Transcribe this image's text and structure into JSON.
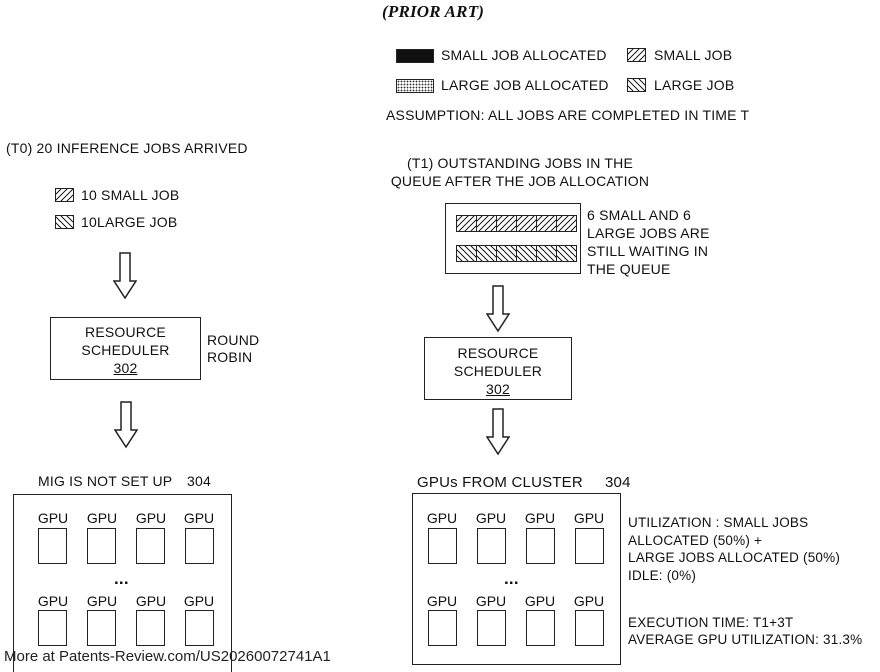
{
  "title": "(PRIOR ART)",
  "legend": {
    "small_allocated": "SMALL JOB ALLOCATED",
    "small_job": "SMALL JOB",
    "large_allocated": "LARGE JOB ALLOCATED",
    "large_job": "LARGE JOB",
    "assumption": "ASSUMPTION: ALL JOBS ARE COMPLETED IN TIME T"
  },
  "left": {
    "heading": "(T0) 20 INFERENCE JOBS ARRIVED",
    "small_jobs": "10 SMALL JOB",
    "large_jobs": "10LARGE JOB",
    "scheduler_line1": "RESOURCE",
    "scheduler_line2": "SCHEDULER",
    "scheduler_ref": "302",
    "policy_line1": "ROUND",
    "policy_line2": "ROBIN",
    "cluster_label": "MIG IS NOT SET UP",
    "cluster_ref": "304",
    "gpu_label": "GPU",
    "ellipsis": "..."
  },
  "right": {
    "heading_line1": "(T1) OUTSTANDING JOBS IN THE",
    "heading_line2": "QUEUE AFTER THE JOB ALLOCATION",
    "queue_note_line1": "6 SMALL AND 6",
    "queue_note_line2": "LARGE JOBS ARE",
    "queue_note_line3": "STILL WAITING IN",
    "queue_note_line4": "THE QUEUE",
    "queue_small_count": 6,
    "queue_large_count": 6,
    "scheduler_line1": "RESOURCE",
    "scheduler_line2": "SCHEDULER",
    "scheduler_ref": "302",
    "cluster_label": "GPUs FROM CLUSTER",
    "cluster_ref": "304",
    "gpu_label": "GPU",
    "ellipsis": "...",
    "util_line1": "UTILIZATION : SMALL JOBS",
    "util_line2": "ALLOCATED (50%) +",
    "util_line3": "LARGE JOBS ALLOCATED (50%)",
    "util_line4": "IDLE: (0%)",
    "exec_line1": "EXECUTION TIME: T1+3T",
    "exec_line2": "AVERAGE GPU UTILIZATION: 31.3%"
  },
  "footer": "More at Patents-Review.com/US20260072741A1"
}
